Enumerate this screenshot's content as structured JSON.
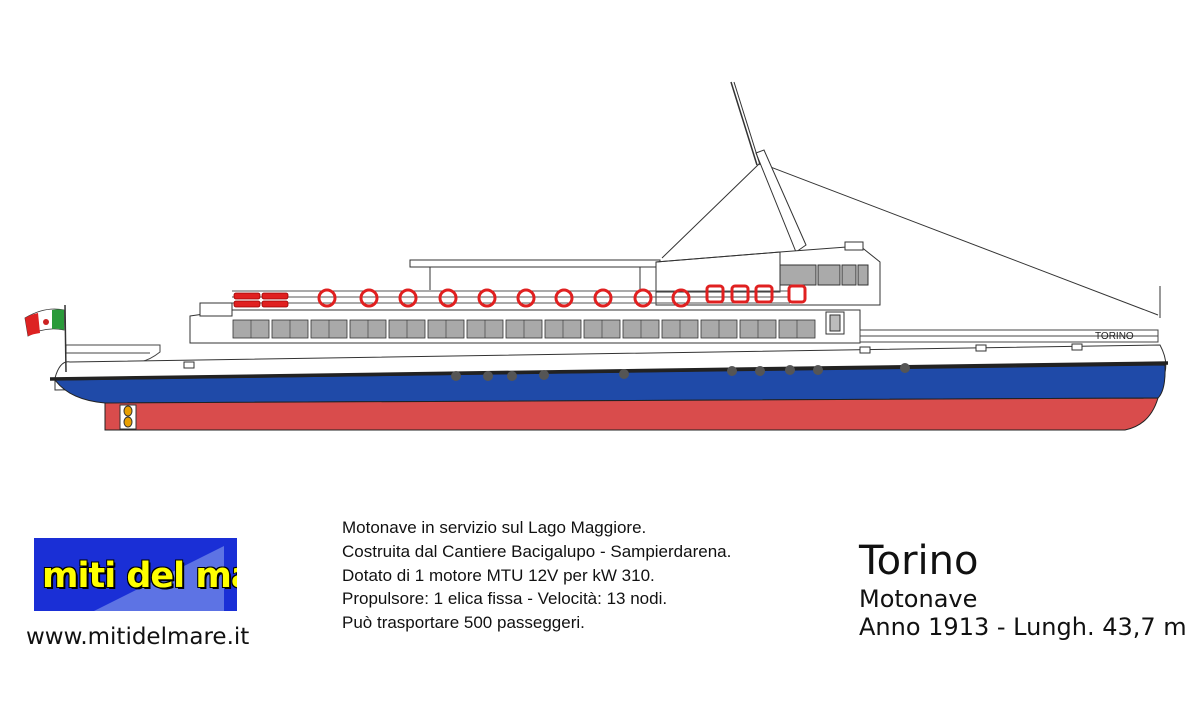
{
  "hull_name_label": "TORINO",
  "logo": {
    "text": "miti del mare"
  },
  "site_url": "www.mitidelmare.it",
  "description": [
    "Motonave in servizio sul Lago Maggiore.",
    "Costruita dal Cantiere Bacigalupo - Sampierdarena.",
    "Dotato di 1 motore MTU 12V per kW 310.",
    "Propulsore: 1 elica fissa - Velocità: 13 nodi.",
    "Può trasportare 500 passeggeri."
  ],
  "ship": {
    "name": "Torino",
    "type": "Motonave",
    "specs": "Anno 1913 - Lungh. 43,7 m"
  },
  "colors": {
    "hull_red": "#d94c4c",
    "hull_blue": "#1f4aa8",
    "lifebuoy_red": "#e02020",
    "window_gray": "#a9a9a9",
    "logo_blue": "#1a2fd6",
    "logo_text": "#ffff00"
  },
  "icons": [
    "italian-flag-icon",
    "lifebuoy-icon",
    "propeller-icon"
  ]
}
